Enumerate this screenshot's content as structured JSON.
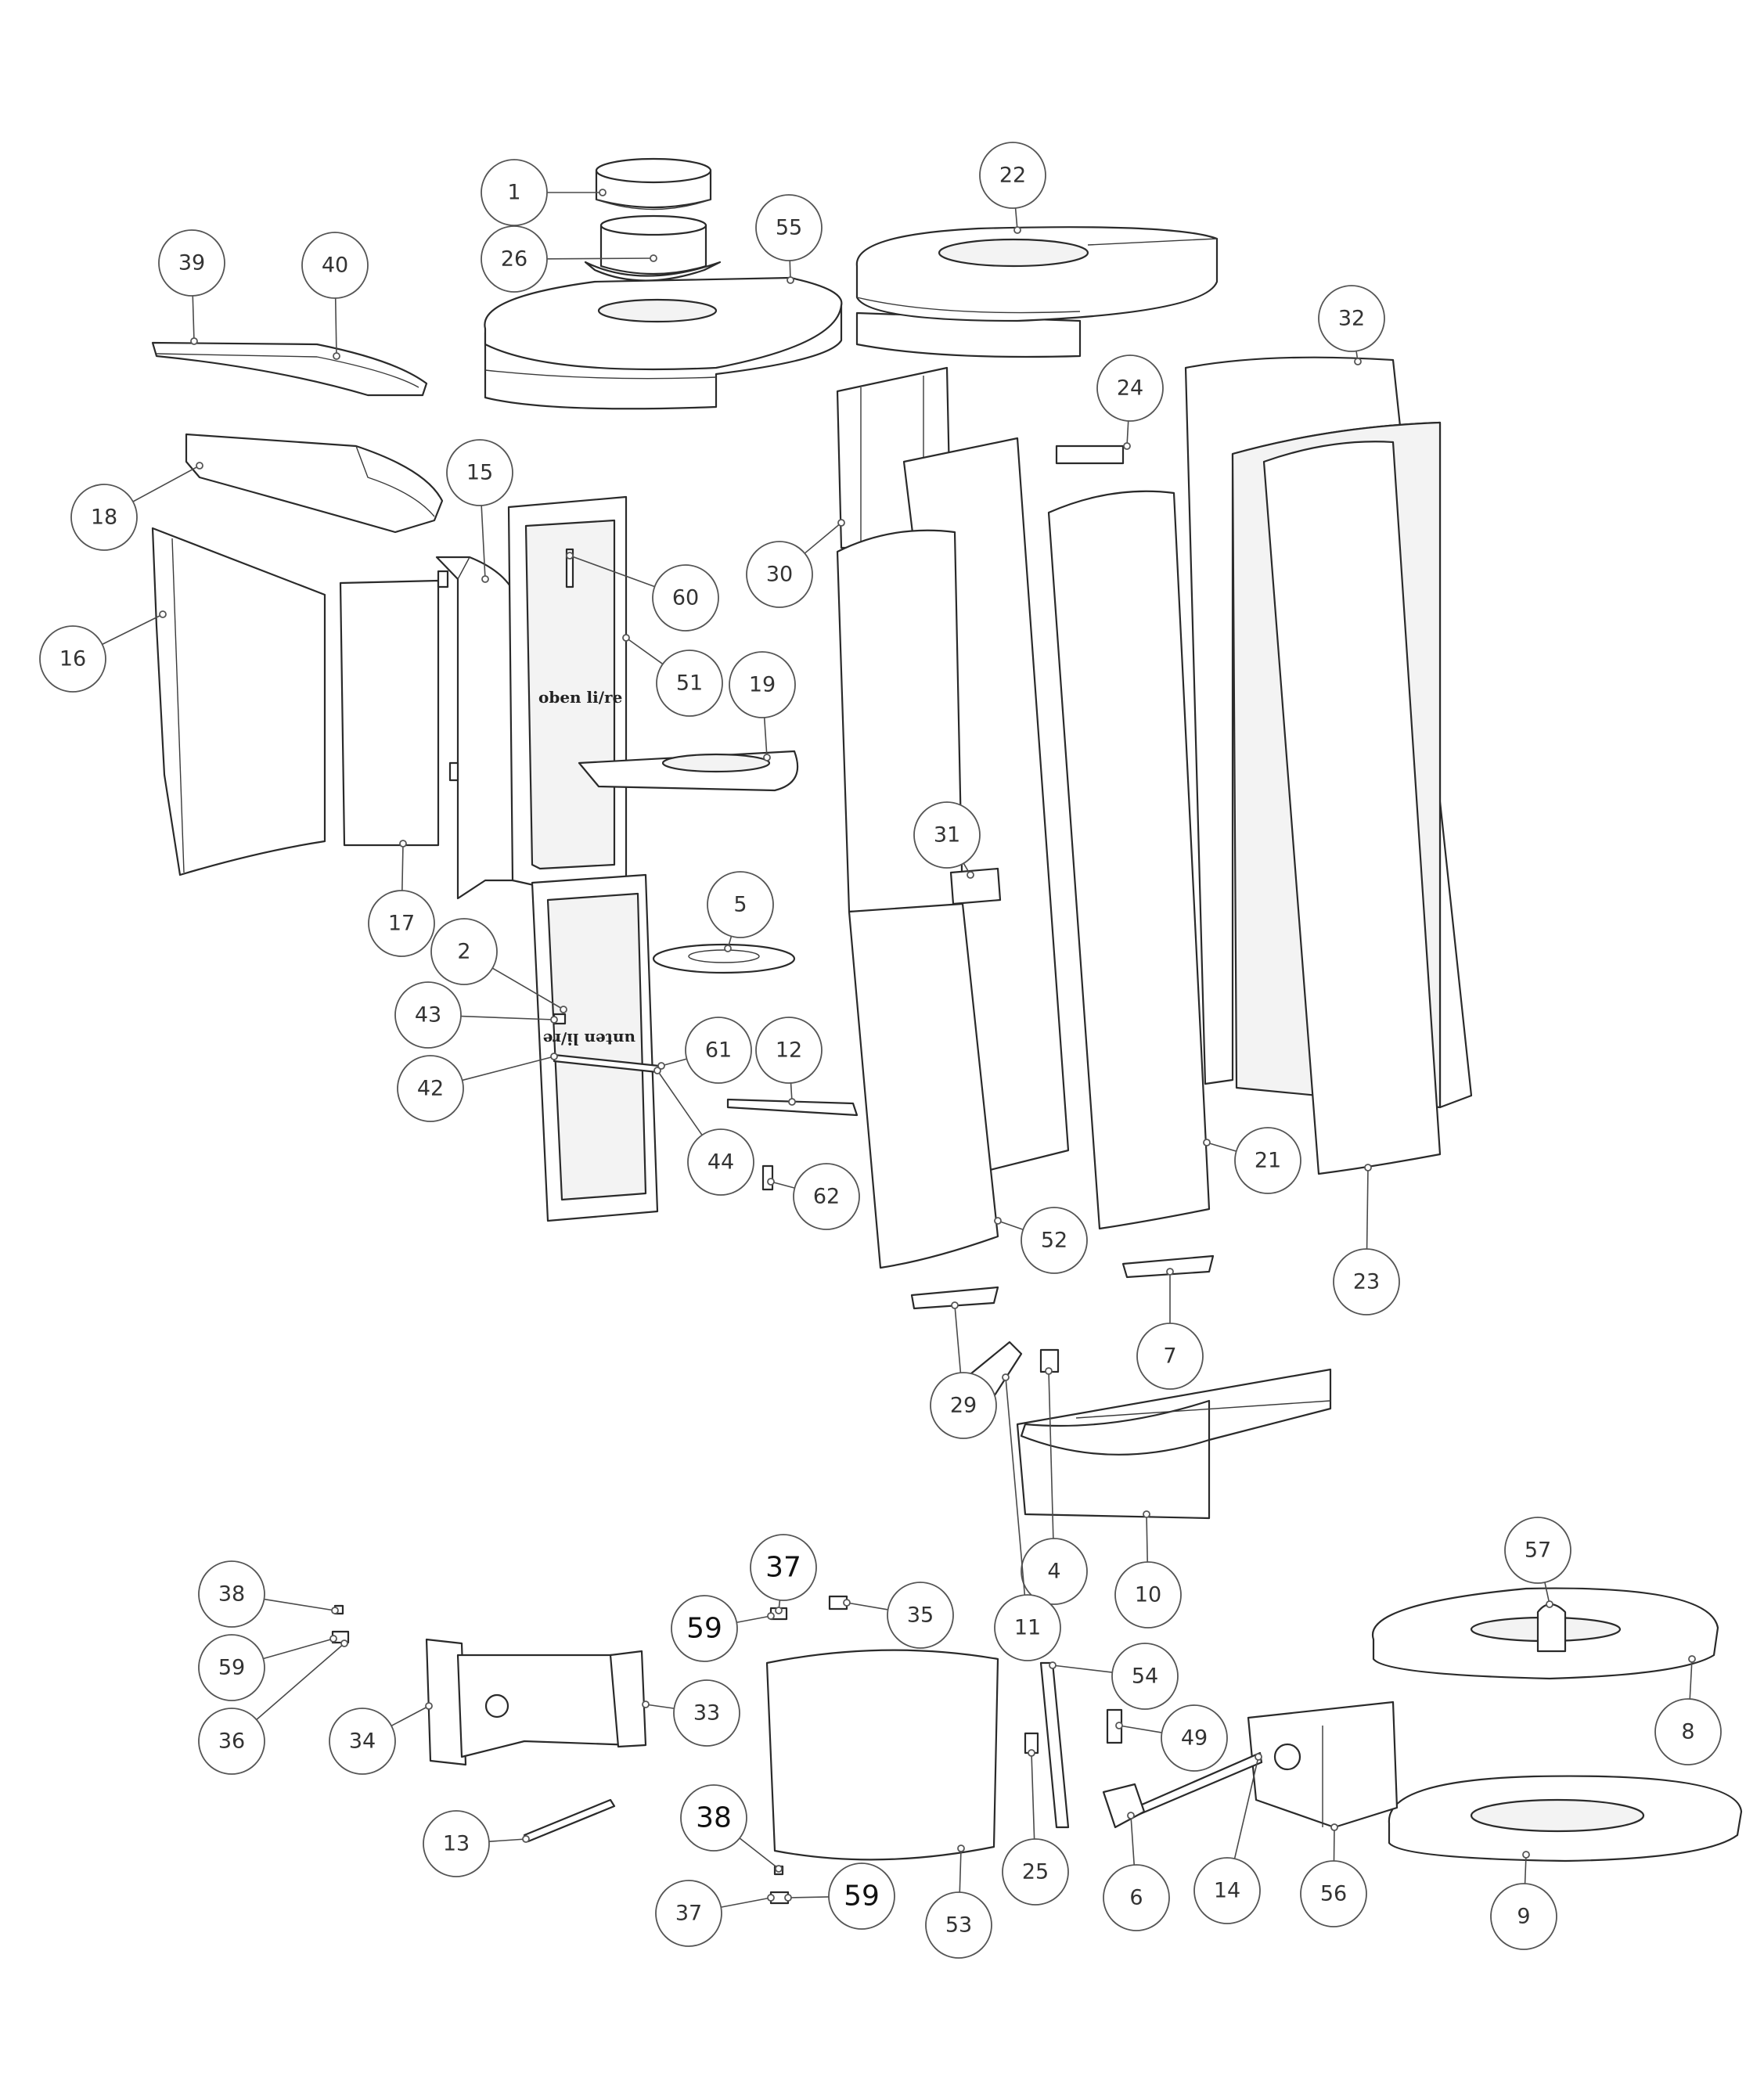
{
  "diagram": {
    "door_inscriptions": {
      "upper": "oben li/re",
      "lower": "unten li/re"
    },
    "callouts": [
      {
        "id": "1",
        "label": "1"
      },
      {
        "id": "2",
        "label": "2"
      },
      {
        "id": "4",
        "label": "4"
      },
      {
        "id": "5",
        "label": "5"
      },
      {
        "id": "6",
        "label": "6"
      },
      {
        "id": "7",
        "label": "7"
      },
      {
        "id": "8",
        "label": "8"
      },
      {
        "id": "9",
        "label": "9"
      },
      {
        "id": "10",
        "label": "10"
      },
      {
        "id": "11",
        "label": "11"
      },
      {
        "id": "12",
        "label": "12"
      },
      {
        "id": "13",
        "label": "13"
      },
      {
        "id": "14",
        "label": "14"
      },
      {
        "id": "15",
        "label": "15"
      },
      {
        "id": "16",
        "label": "16"
      },
      {
        "id": "17",
        "label": "17"
      },
      {
        "id": "18",
        "label": "18"
      },
      {
        "id": "19",
        "label": "19"
      },
      {
        "id": "21",
        "label": "21"
      },
      {
        "id": "22",
        "label": "22"
      },
      {
        "id": "23",
        "label": "23"
      },
      {
        "id": "24",
        "label": "24"
      },
      {
        "id": "25",
        "label": "25"
      },
      {
        "id": "26",
        "label": "26"
      },
      {
        "id": "29",
        "label": "29"
      },
      {
        "id": "30",
        "label": "30"
      },
      {
        "id": "31",
        "label": "31"
      },
      {
        "id": "32",
        "label": "32"
      },
      {
        "id": "33",
        "label": "33"
      },
      {
        "id": "34",
        "label": "34"
      },
      {
        "id": "35",
        "label": "35"
      },
      {
        "id": "36",
        "label": "36"
      },
      {
        "id": "37a",
        "label": "37"
      },
      {
        "id": "37b",
        "label": "37"
      },
      {
        "id": "38a",
        "label": "38"
      },
      {
        "id": "38b",
        "label": "38"
      },
      {
        "id": "39",
        "label": "39"
      },
      {
        "id": "40",
        "label": "40"
      },
      {
        "id": "42",
        "label": "42"
      },
      {
        "id": "43",
        "label": "43"
      },
      {
        "id": "44",
        "label": "44"
      },
      {
        "id": "49",
        "label": "49"
      },
      {
        "id": "51",
        "label": "51"
      },
      {
        "id": "52",
        "label": "52"
      },
      {
        "id": "53",
        "label": "53"
      },
      {
        "id": "54",
        "label": "54"
      },
      {
        "id": "55",
        "label": "55"
      },
      {
        "id": "56",
        "label": "56"
      },
      {
        "id": "57",
        "label": "57"
      },
      {
        "id": "59a",
        "label": "59"
      },
      {
        "id": "59b",
        "label": "59"
      },
      {
        "id": "59c",
        "label": "59"
      },
      {
        "id": "60",
        "label": "60"
      },
      {
        "id": "61",
        "label": "61"
      },
      {
        "id": "62",
        "label": "62"
      }
    ]
  }
}
